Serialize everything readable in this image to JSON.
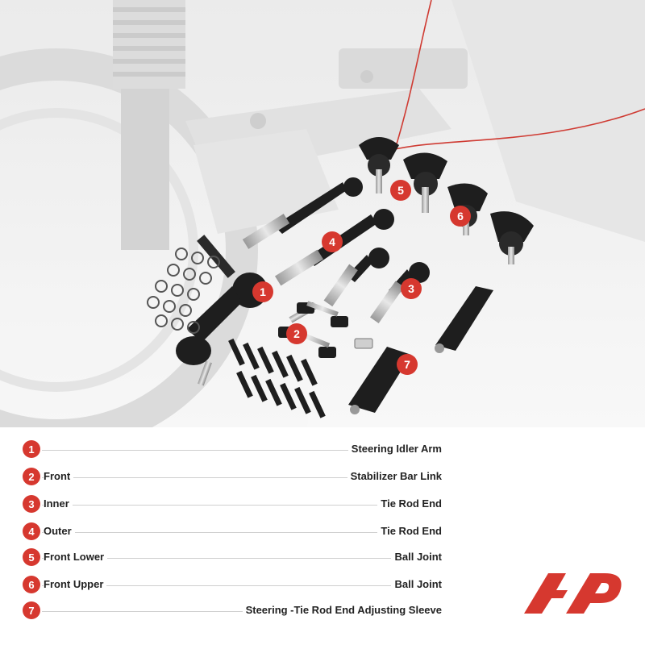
{
  "brand": {
    "accent": "#d6382f",
    "logo_icon": "a-premium-logo-icon"
  },
  "callouts": [
    "1",
    "2",
    "3",
    "4",
    "5",
    "6",
    "7"
  ],
  "legend": [
    {
      "num": "1",
      "left": "",
      "right": "Steering Idler Arm"
    },
    {
      "num": "2",
      "left": "Front",
      "right": "Stabilizer Bar Link"
    },
    {
      "num": "3",
      "left": "Inner",
      "right": "Tie Rod End"
    },
    {
      "num": "4",
      "left": "Outer",
      "right": "Tie Rod End"
    },
    {
      "num": "5",
      "left": "Front Lower",
      "right": "Ball Joint"
    },
    {
      "num": "6",
      "left": "Front Upper",
      "right": "Ball Joint"
    },
    {
      "num": "7",
      "left": "",
      "right": "Steering -Tie Rod End Adjusting Sleeve"
    }
  ]
}
